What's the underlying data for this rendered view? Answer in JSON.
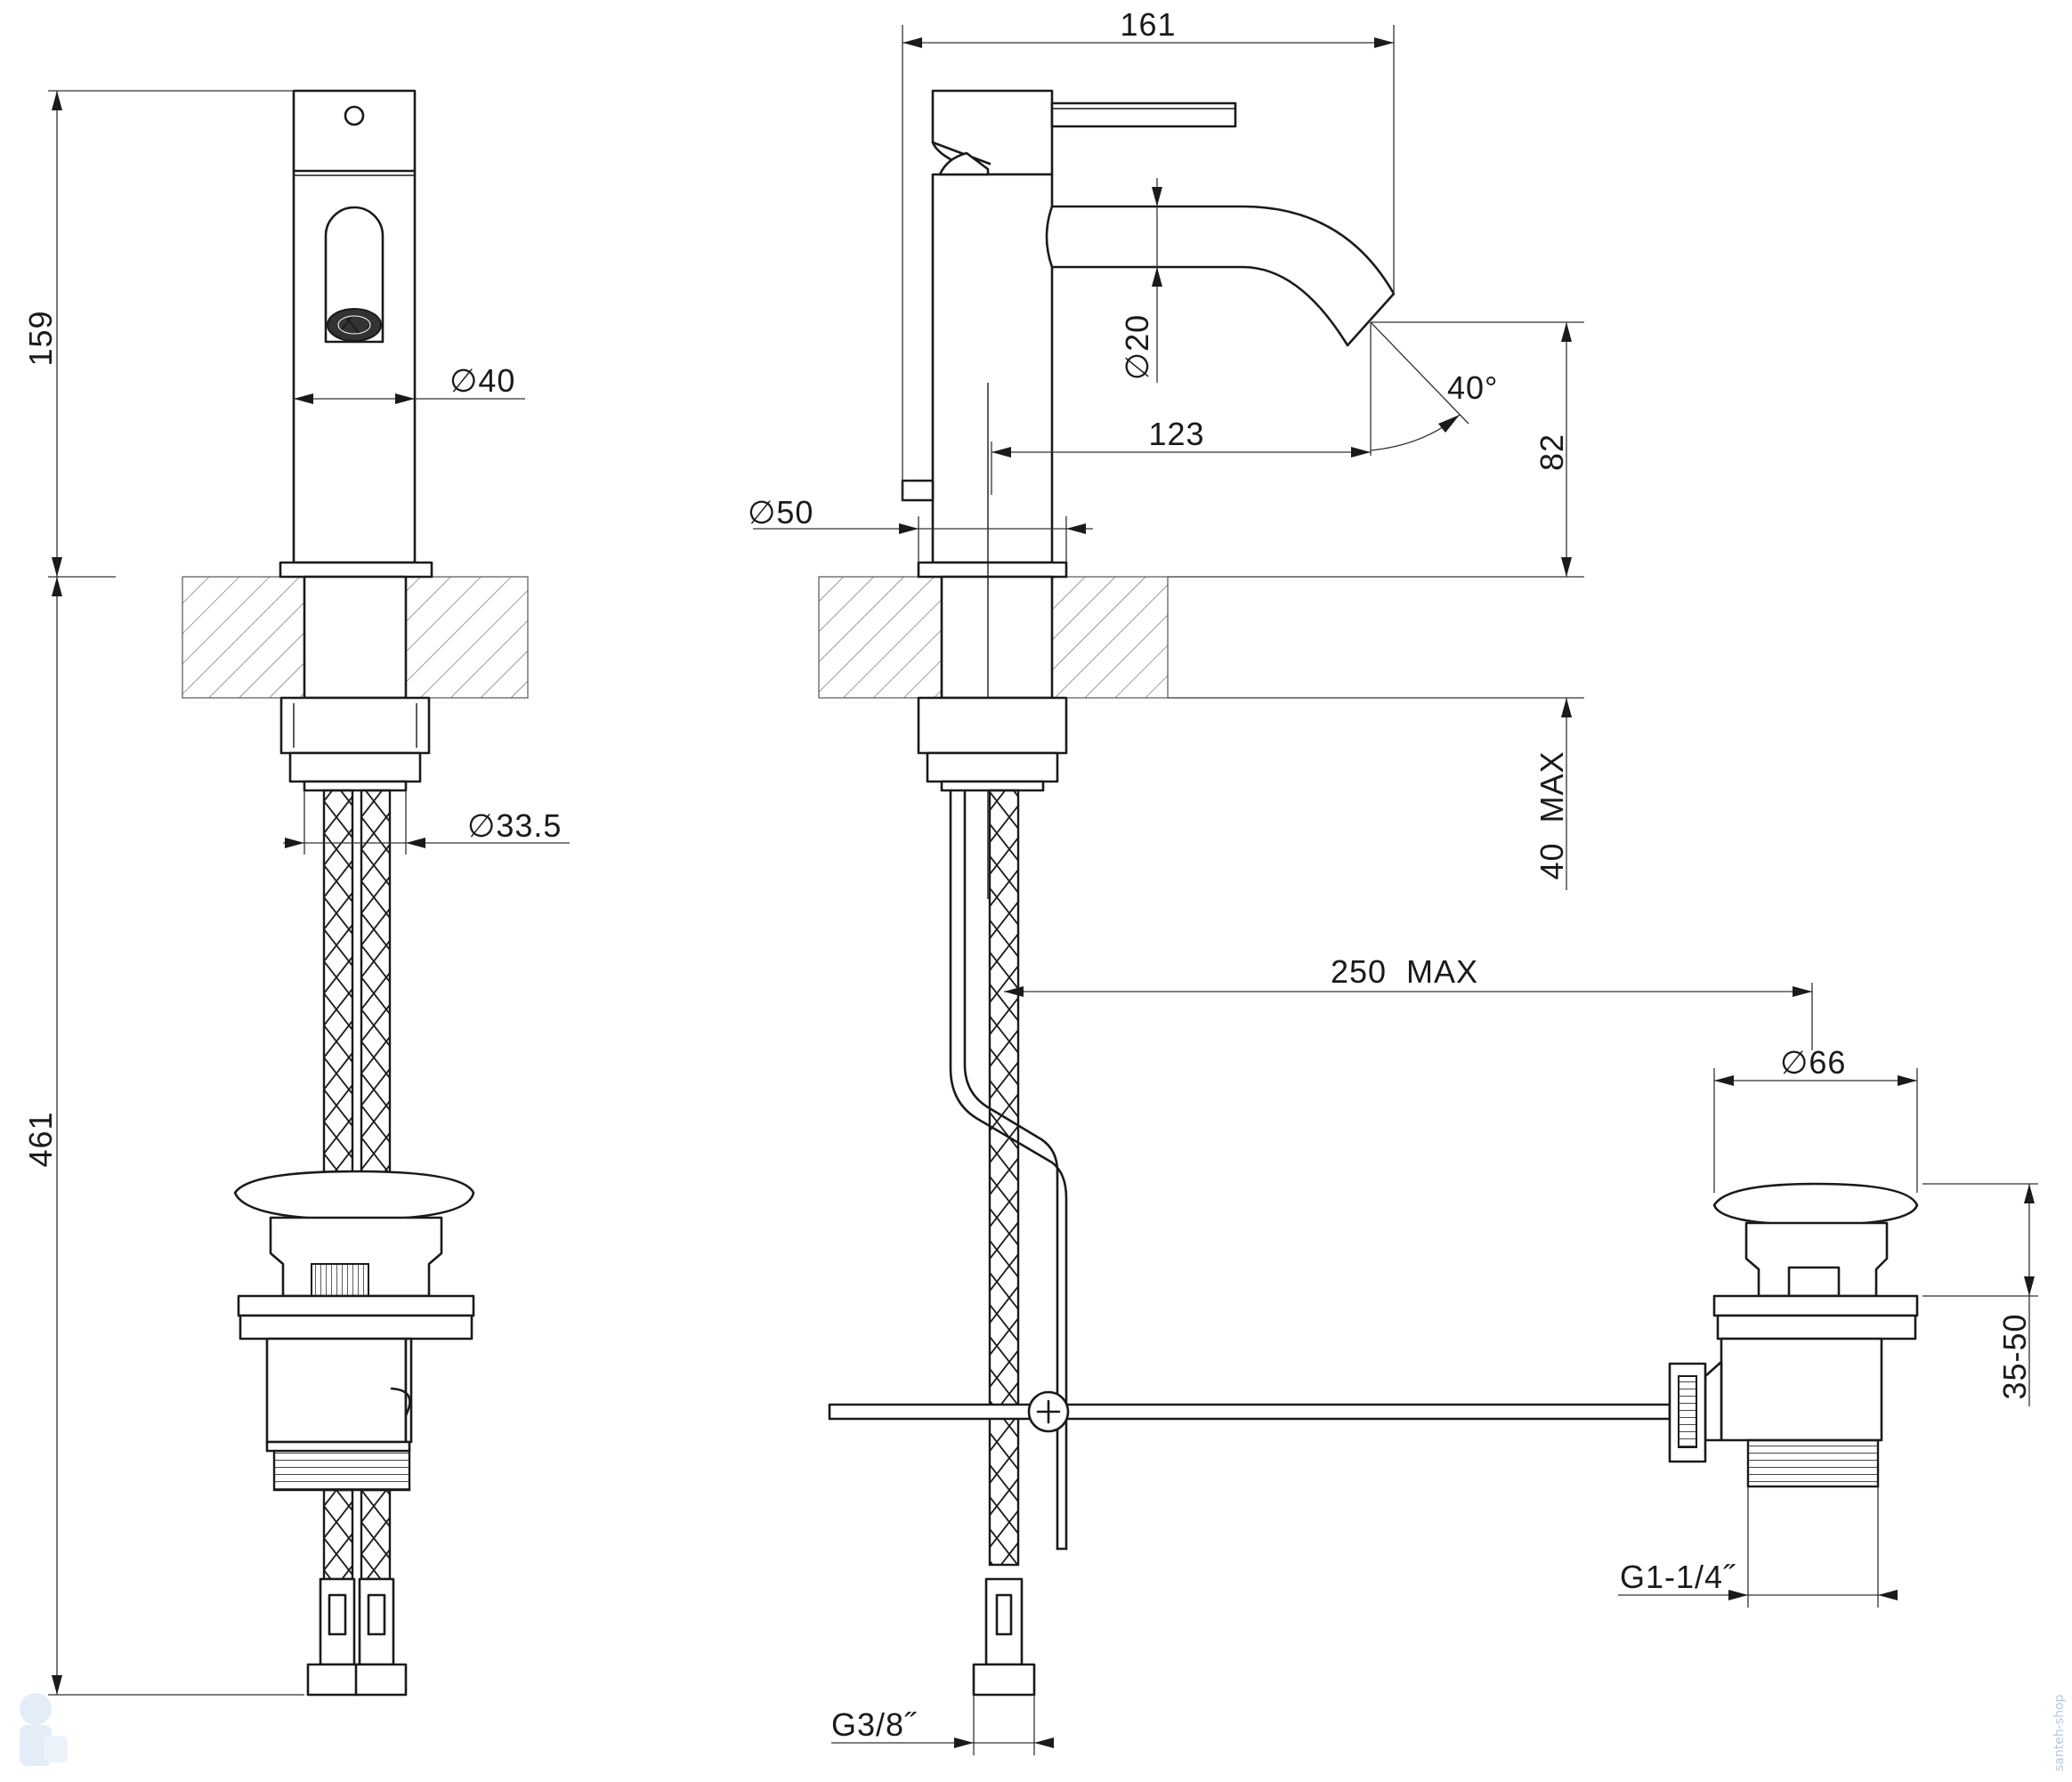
{
  "drawing": {
    "front_view": {
      "height_top": "159",
      "height_bottom": "461",
      "body_diameter": "∅40",
      "hose_diameter": "∅33.5"
    },
    "side_view": {
      "total_width": "161",
      "spout_diameter": "∅20",
      "spout_angle": "40°",
      "spout_reach": "123",
      "base_diameter": "∅50",
      "spout_height": "82",
      "max_deck_thickness": "40  MAX",
      "max_rod_distance": "250  MAX",
      "hose_thread": "G3/8˝"
    },
    "waste_view": {
      "waste_diameter": "∅66",
      "waste_height_range": "35-50",
      "waste_thread": "G1-1/4˝"
    },
    "watermark": "santeh-shop"
  }
}
